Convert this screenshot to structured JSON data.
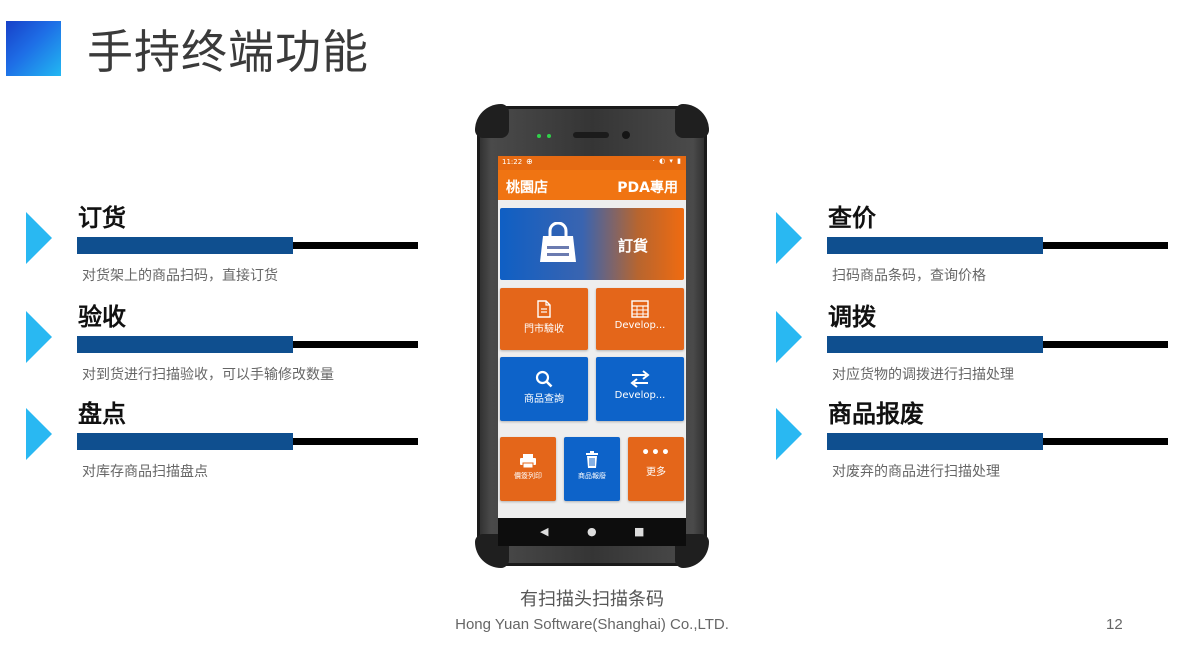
{
  "slide": {
    "title": "手持终端功能",
    "caption": "有扫描头扫描条码",
    "company": "Hong Yuan Software(Shanghai) Co.,LTD.",
    "page_number": "12"
  },
  "colors": {
    "accent_blue": "#0f4f8f",
    "arrow_cyan": "#29b8f2",
    "app_orange": "#e4661a",
    "app_blue": "#0d63c9"
  },
  "features_left": [
    {
      "title": "订货",
      "desc": "对货架上的商品扫码，直接订货"
    },
    {
      "title": "验收",
      "desc": "对到货进行扫描验收，可以手输修改数量"
    },
    {
      "title": "盘点",
      "desc": "对库存商品扫描盘点"
    }
  ],
  "features_right": [
    {
      "title": "查价",
      "desc": "扫码商品条码，查询价格"
    },
    {
      "title": "调拨",
      "desc": "对应货物的调拨进行扫描处理"
    },
    {
      "title": "商品报废",
      "desc": "对废弃的商品进行扫描处理"
    }
  ],
  "phone": {
    "status_time": "11:22",
    "store_name": "桃園店",
    "mode_label": "PDA專用",
    "hero_label": "訂貨",
    "tiles": [
      {
        "label": "門市驗收",
        "icon": "document-icon"
      },
      {
        "label": "Develop...",
        "icon": "calculator-icon"
      },
      {
        "label": "商品查詢",
        "icon": "search-icon"
      },
      {
        "label": "Develop...",
        "icon": "transfer-icon"
      }
    ],
    "small_tiles": [
      {
        "label": "價簽列印",
        "icon": "printer-icon"
      },
      {
        "label": "商品報廢",
        "icon": "trash-icon"
      },
      {
        "label": "更多",
        "icon": "more-icon"
      }
    ]
  }
}
